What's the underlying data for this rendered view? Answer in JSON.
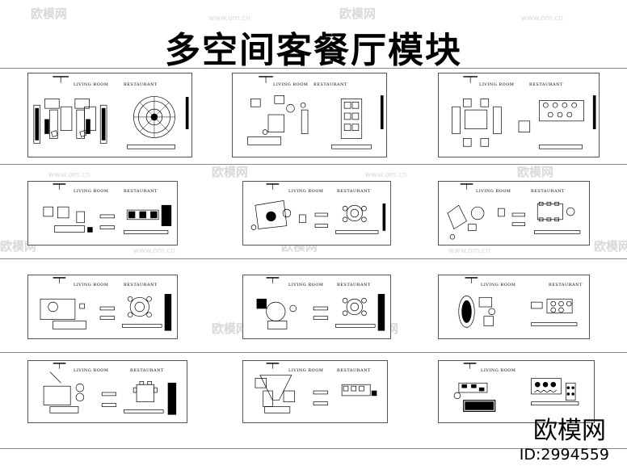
{
  "title": "多空间客餐厅模块",
  "panel_labels": {
    "living": "LIVING ROOM",
    "restaurant": "RESTAURANT"
  },
  "watermark": {
    "logo": "欧模网",
    "url": "www.om.cn"
  },
  "brand": {
    "name": "欧模网",
    "id": "ID:2994559"
  }
}
